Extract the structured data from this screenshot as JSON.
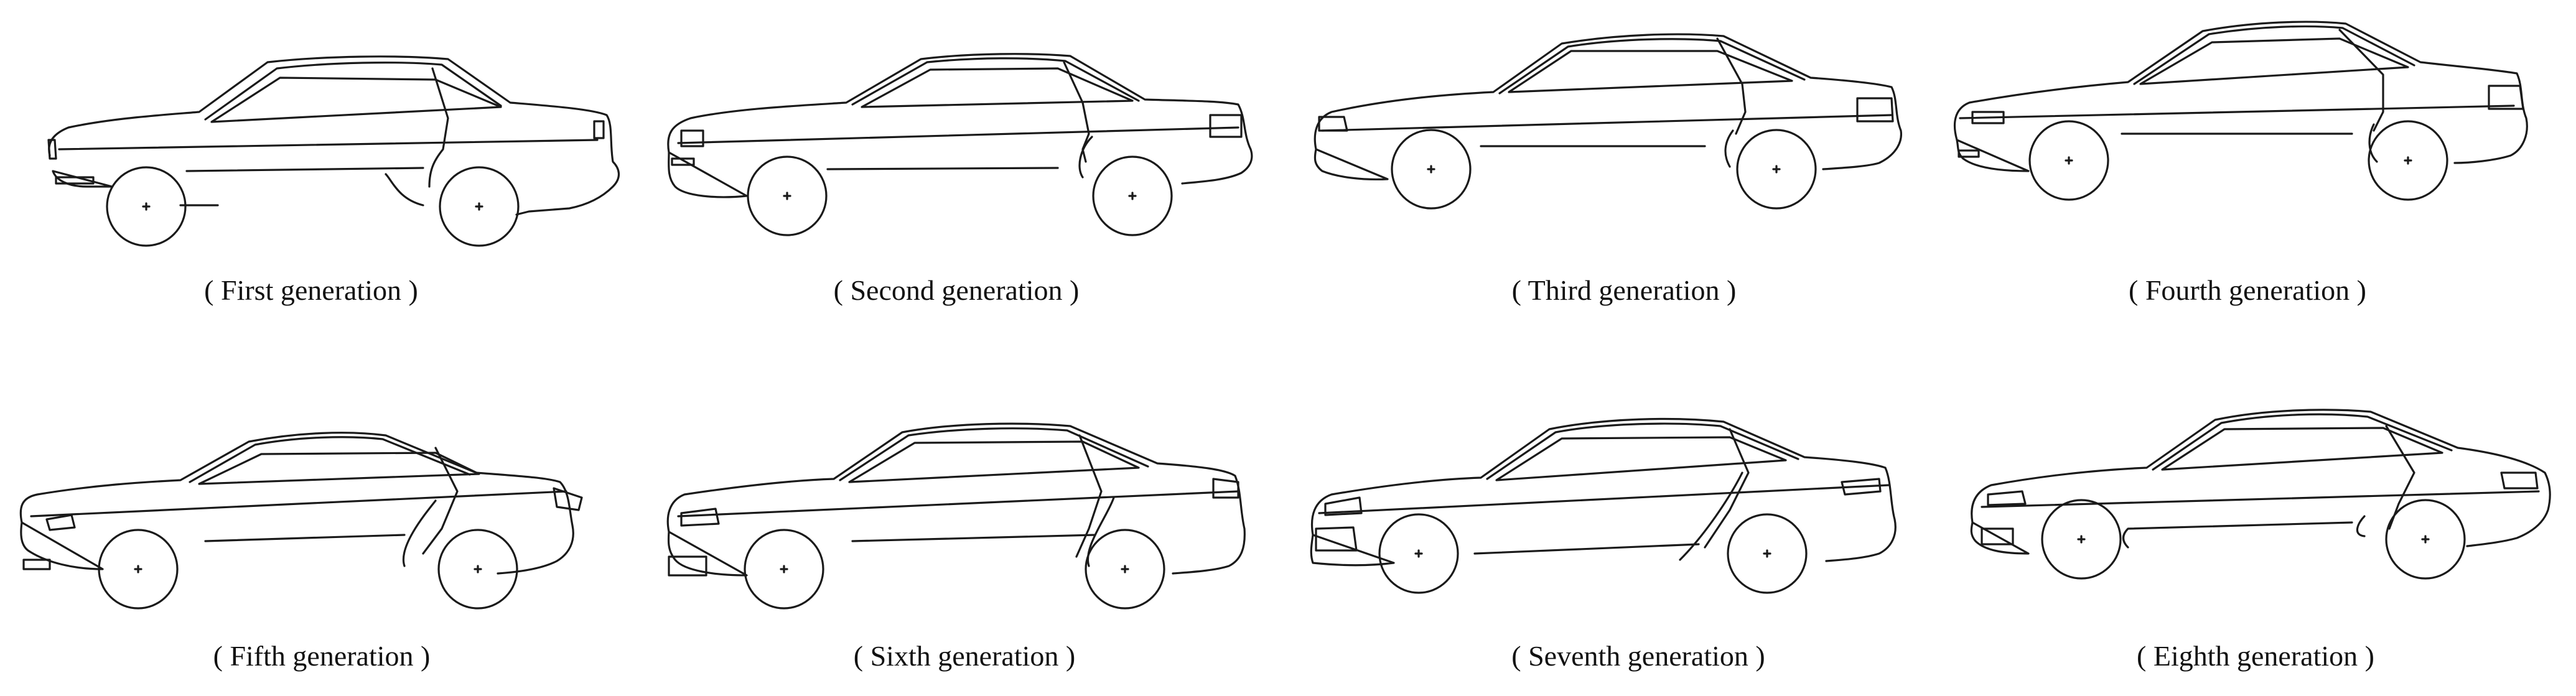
{
  "figure": {
    "panels": [
      {
        "caption": "( First generation )"
      },
      {
        "caption": "( Second generation )"
      },
      {
        "caption": "( Third generation )"
      },
      {
        "caption": "( Fourth generation )"
      },
      {
        "caption": "( Fifth generation )"
      },
      {
        "caption": "( Sixth generation )"
      },
      {
        "caption": "( Seventh generation )"
      },
      {
        "caption": "( Eighth generation )"
      }
    ]
  },
  "colors": {
    "line": "#1a1a1a",
    "background": "#ffffff"
  }
}
